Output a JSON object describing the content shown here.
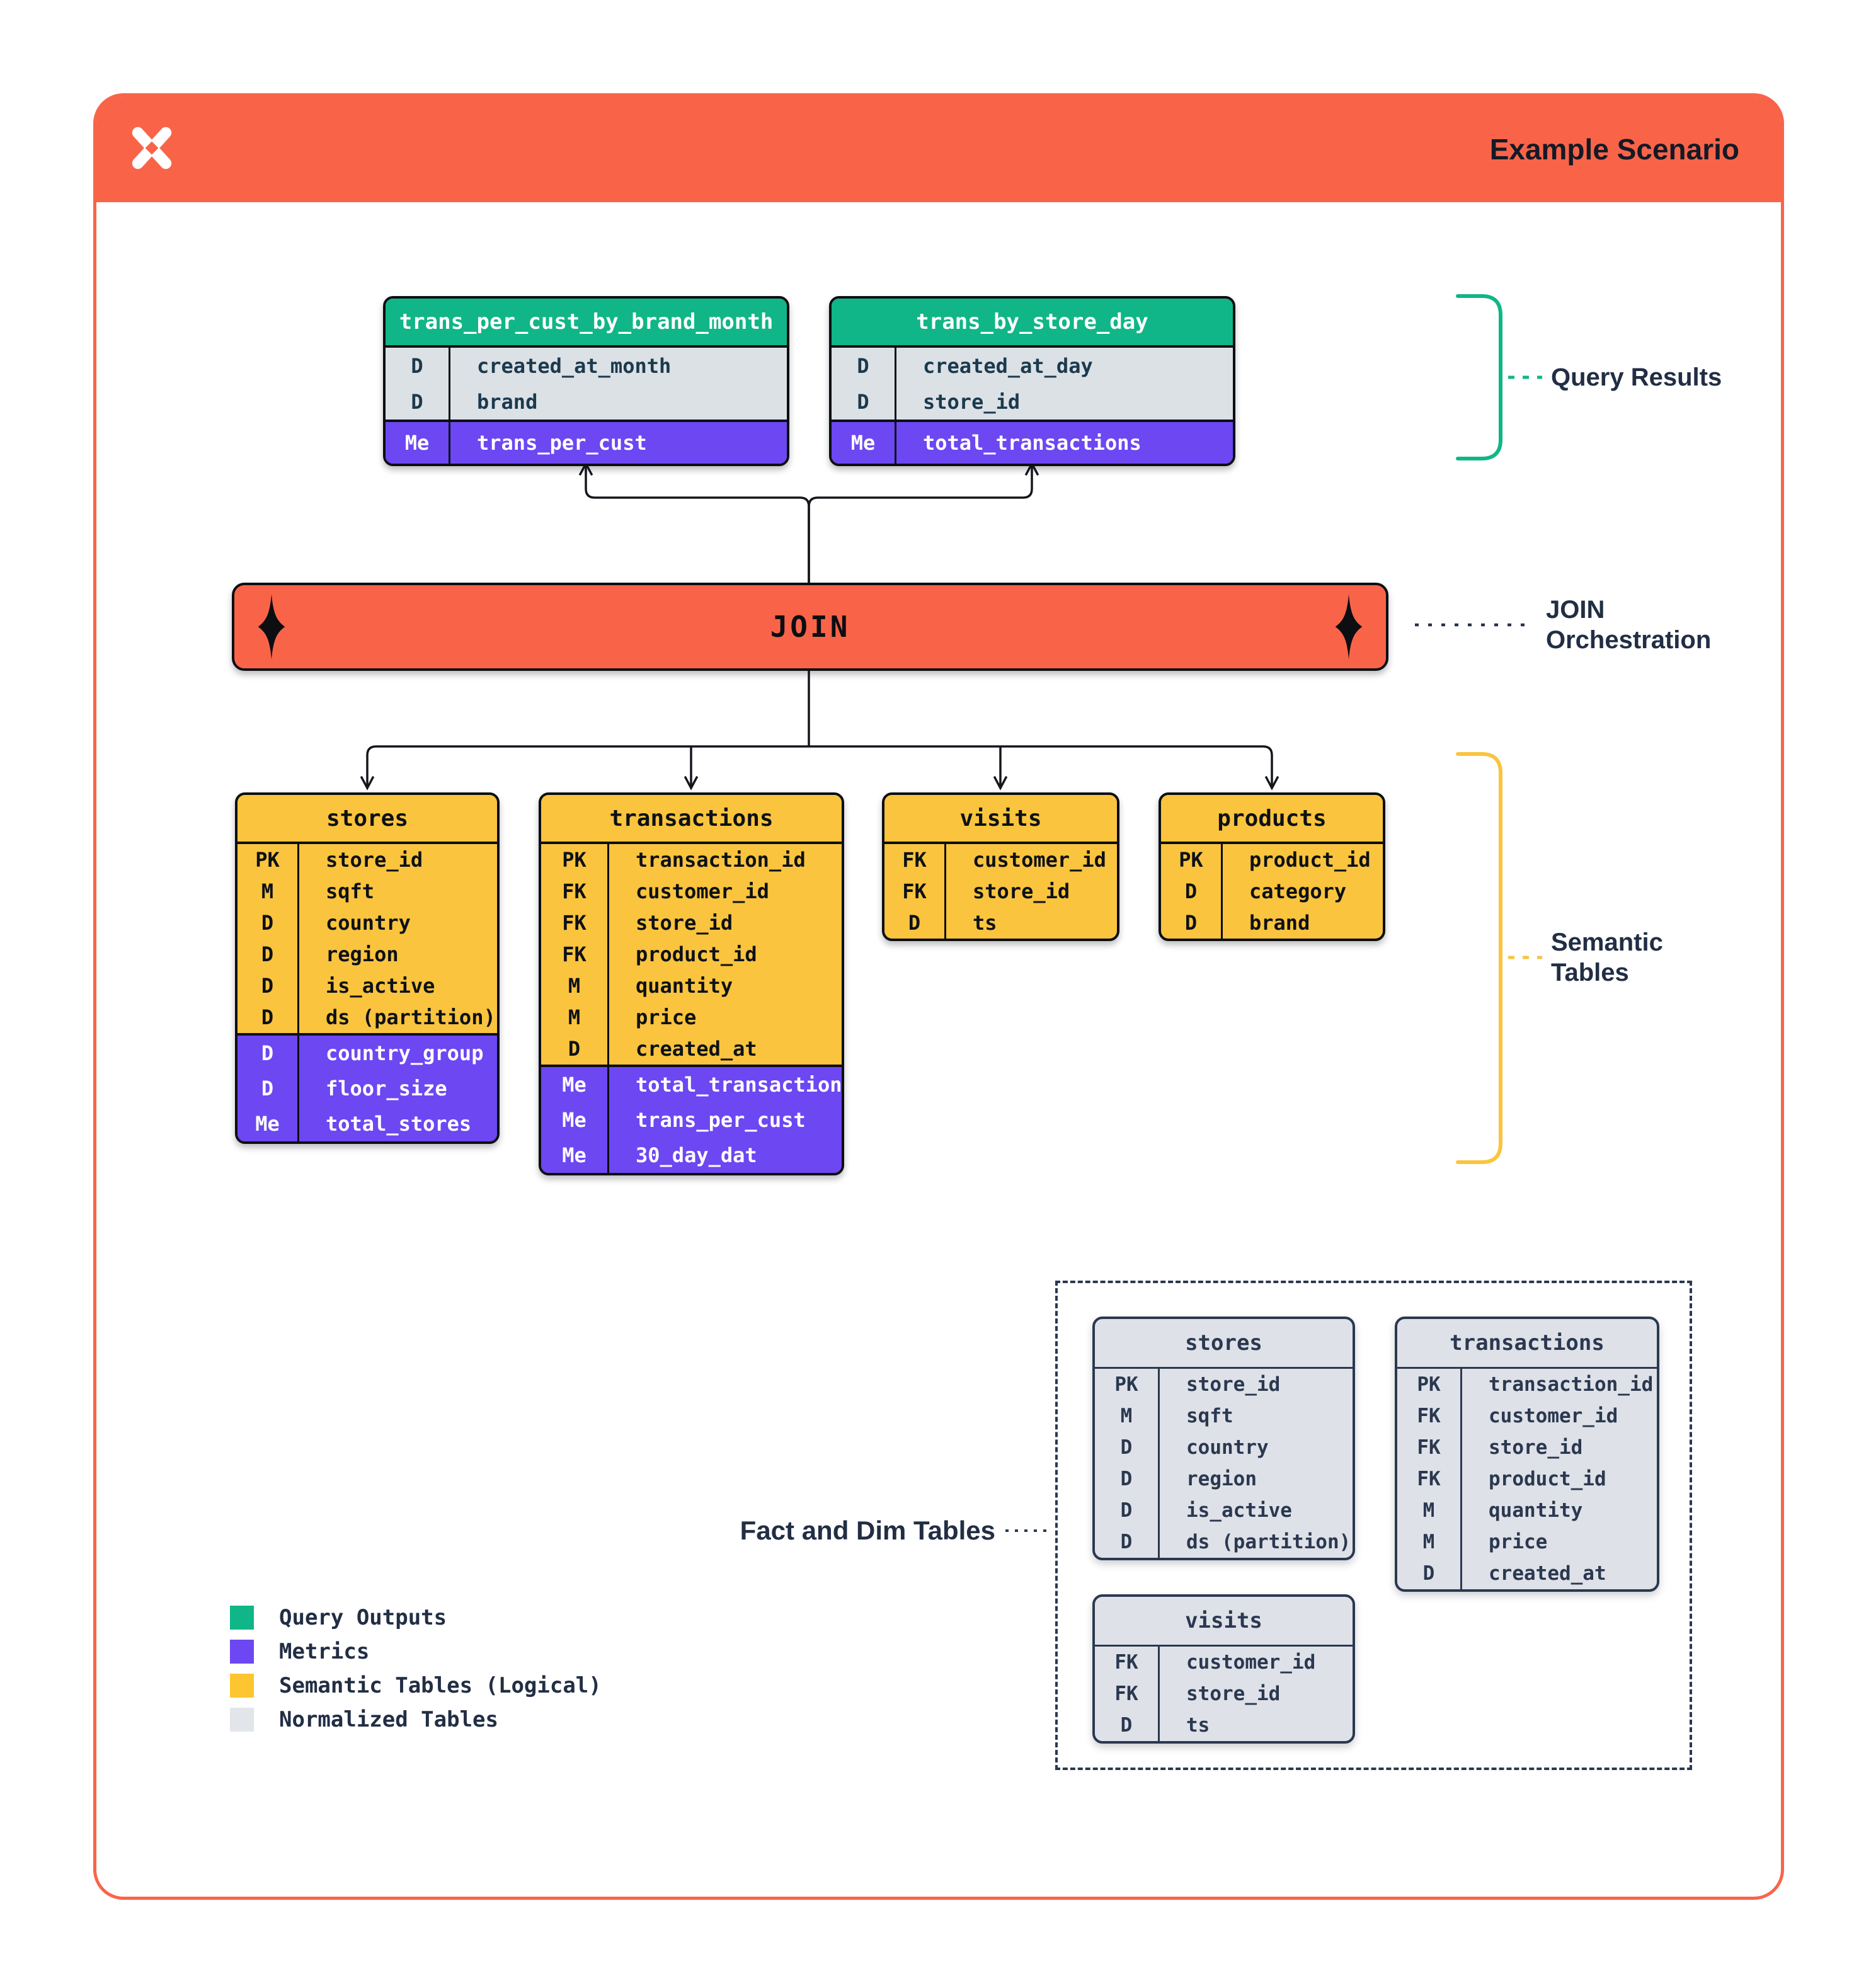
{
  "header": {
    "title": "Example Scenario",
    "logo_icon": "dremio-x-logo"
  },
  "join": {
    "label": "JOIN",
    "decoration_icon": "sparkle-diamond-icon"
  },
  "labels": {
    "query_results": "Query Results",
    "join_orchestration_line1": "JOIN",
    "join_orchestration_line2": "Orchestration",
    "semantic_tables_line1": "Semantic",
    "semantic_tables_line2": "Tables",
    "fact_and_dim": "Fact and Dim Tables"
  },
  "colors": {
    "orange": "#F96449",
    "green": "#10B687",
    "purple": "#6C47F2",
    "yellow": "#FAC43E",
    "gray_row": "#DCE1E6",
    "normalized_gray": "#DEE2E8",
    "navy_text": "#222E44",
    "black_border": "#0C0E12"
  },
  "tables": {
    "query_results": [
      {
        "title": "trans_per_cust_by_brand_month",
        "rows": [
          {
            "key": "D",
            "name": "created_at_month"
          },
          {
            "key": "D",
            "name": "brand"
          }
        ],
        "metric_rows": [
          {
            "key": "Me",
            "name": "trans_per_cust"
          }
        ]
      },
      {
        "title": "trans_by_store_day",
        "rows": [
          {
            "key": "D",
            "name": "created_at_day"
          },
          {
            "key": "D",
            "name": "store_id"
          }
        ],
        "metric_rows": [
          {
            "key": "Me",
            "name": "total_transactions"
          }
        ]
      }
    ],
    "semantic": [
      {
        "title": "stores",
        "rows": [
          {
            "key": "PK",
            "name": "store_id"
          },
          {
            "key": "M",
            "name": "sqft"
          },
          {
            "key": "D",
            "name": "country"
          },
          {
            "key": "D",
            "name": "region"
          },
          {
            "key": "D",
            "name": "is_active"
          },
          {
            "key": "D",
            "name": "ds (partition)"
          }
        ],
        "metric_rows": [
          {
            "key": "D",
            "name": "country_group"
          },
          {
            "key": "D",
            "name": "floor_size"
          },
          {
            "key": "Me",
            "name": "total_stores"
          }
        ]
      },
      {
        "title": "transactions",
        "rows": [
          {
            "key": "PK",
            "name": "transaction_id"
          },
          {
            "key": "FK",
            "name": "customer_id"
          },
          {
            "key": "FK",
            "name": "store_id"
          },
          {
            "key": "FK",
            "name": "product_id"
          },
          {
            "key": "M",
            "name": "quantity"
          },
          {
            "key": "M",
            "name": "price"
          },
          {
            "key": "D",
            "name": "created_at"
          }
        ],
        "metric_rows": [
          {
            "key": "Me",
            "name": "total_transactions"
          },
          {
            "key": "Me",
            "name": "trans_per_cust"
          },
          {
            "key": "Me",
            "name": "30_day_dat"
          }
        ]
      },
      {
        "title": "visits",
        "rows": [
          {
            "key": "FK",
            "name": "customer_id"
          },
          {
            "key": "FK",
            "name": "store_id"
          },
          {
            "key": "D",
            "name": "ts"
          }
        ],
        "metric_rows": []
      },
      {
        "title": "products",
        "rows": [
          {
            "key": "PK",
            "name": "product_id"
          },
          {
            "key": "D",
            "name": "category"
          },
          {
            "key": "D",
            "name": "brand"
          }
        ],
        "metric_rows": []
      }
    ],
    "normalized": [
      {
        "title": "stores",
        "rows": [
          {
            "key": "PK",
            "name": "store_id"
          },
          {
            "key": "M",
            "name": "sqft"
          },
          {
            "key": "D",
            "name": "country"
          },
          {
            "key": "D",
            "name": "region"
          },
          {
            "key": "D",
            "name": "is_active"
          },
          {
            "key": "D",
            "name": "ds (partition)"
          }
        ]
      },
      {
        "title": "transactions",
        "rows": [
          {
            "key": "PK",
            "name": "transaction_id"
          },
          {
            "key": "FK",
            "name": "customer_id"
          },
          {
            "key": "FK",
            "name": "store_id"
          },
          {
            "key": "FK",
            "name": "product_id"
          },
          {
            "key": "M",
            "name": "quantity"
          },
          {
            "key": "M",
            "name": "price"
          },
          {
            "key": "D",
            "name": "created_at"
          }
        ]
      },
      {
        "title": "visits",
        "rows": [
          {
            "key": "FK",
            "name": "customer_id"
          },
          {
            "key": "FK",
            "name": "store_id"
          },
          {
            "key": "D",
            "name": "ts"
          }
        ]
      }
    ]
  },
  "legend": {
    "items": [
      {
        "label": "Query Outputs",
        "color": "#10B687"
      },
      {
        "label": "Metrics",
        "color": "#6C47F2"
      },
      {
        "label": "Semantic Tables (Logical)",
        "color": "#FDC52F"
      },
      {
        "label": "Normalized Tables",
        "color": "#E2E5E9"
      }
    ]
  }
}
